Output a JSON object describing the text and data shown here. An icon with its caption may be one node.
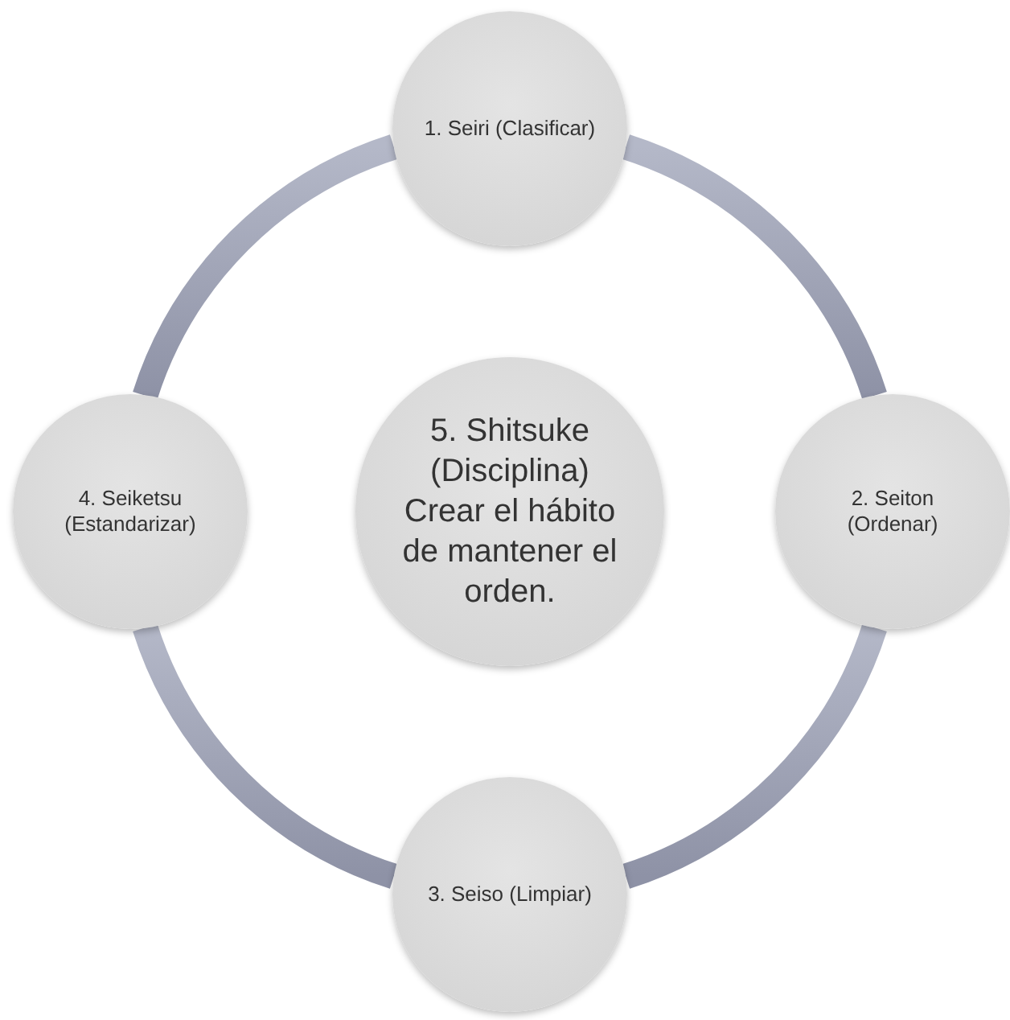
{
  "diagram": {
    "nodes": [
      {
        "text": [
          "1. Seiri (Clasificar)"
        ]
      },
      {
        "text": [
          "2. Seiton (Ordenar)"
        ]
      },
      {
        "text": [
          "3. Seiso (Limpiar)"
        ]
      },
      {
        "text": [
          "4. Seiketsu (Estandarizar)"
        ]
      },
      {
        "text": [
          "5. Shitsuke (Disciplina) Crear el hábito de mantener el orden."
        ]
      }
    ],
    "edges": [
      {
        "from": 0,
        "to": 1,
        "arrow": "none"
      },
      {
        "from": 1,
        "to": 2,
        "arrow": "none"
      },
      {
        "from": 2,
        "to": 3,
        "arrow": "none"
      },
      {
        "from": 3,
        "to": 0,
        "arrow": "none"
      }
    ]
  }
}
